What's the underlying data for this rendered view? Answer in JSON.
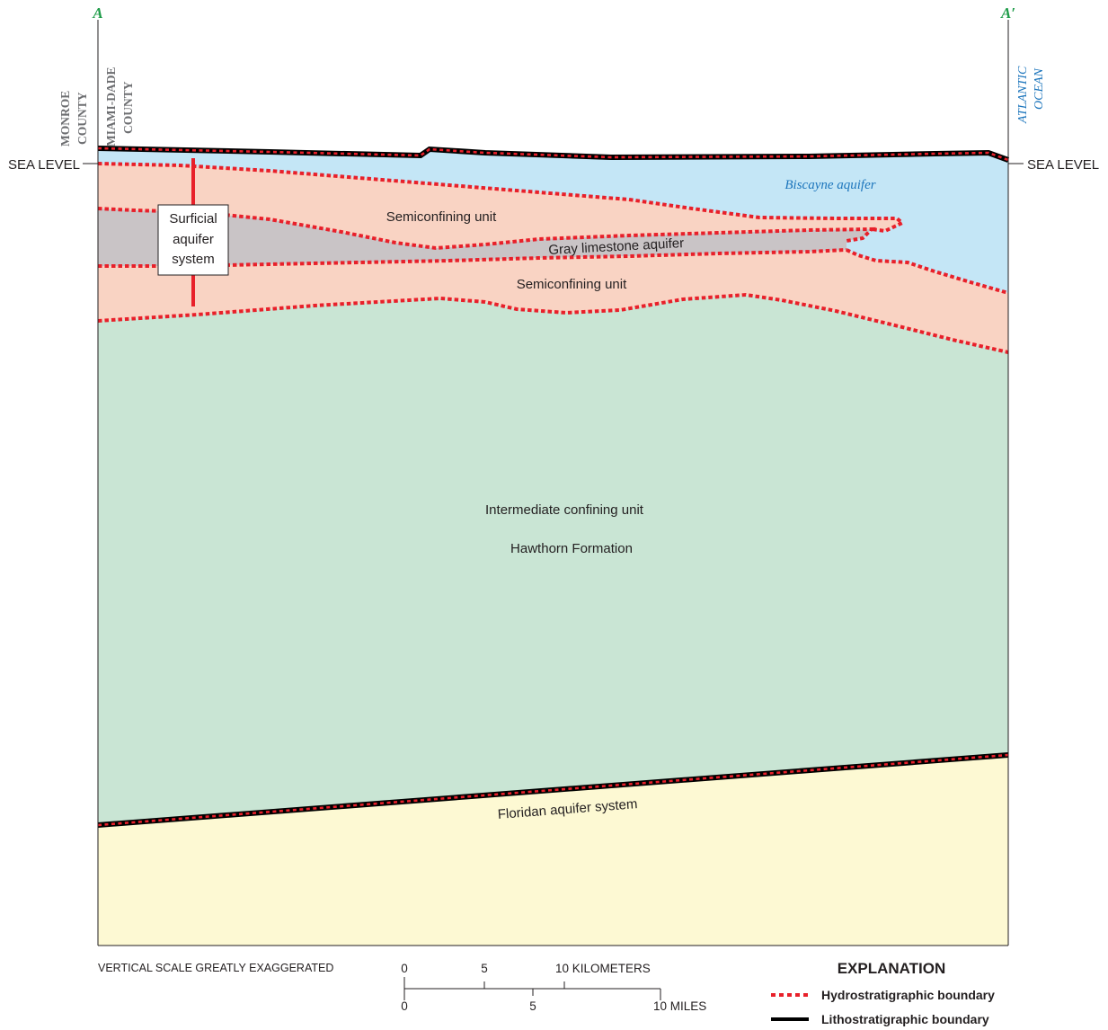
{
  "section": {
    "end_left": "A",
    "end_right": "A′",
    "counties": {
      "left": [
        "MONROE",
        "COUNTY"
      ],
      "right": [
        "MIAMI-DADE",
        "COUNTY"
      ]
    },
    "ocean": [
      "ATLANTIC",
      "OCEAN"
    ],
    "datum_left": "SEA LEVEL",
    "datum_right": "SEA LEVEL"
  },
  "units": {
    "biscayne": "Biscayne aquifer",
    "semi_upper": "Semiconfining unit",
    "gray": "Gray limestone aquifer",
    "semi_lower": "Semiconfining unit",
    "icu": "Intermediate confining unit",
    "hawthorn": "Hawthorn Formation",
    "floridan": "Floridan aquifer system",
    "surficial": [
      "Surficial",
      "aquifer",
      "system"
    ]
  },
  "notes": {
    "vertical_scale": "VERTICAL SCALE GREATLY EXAGGERATED"
  },
  "scale_bar": {
    "km_ticks": [
      "0",
      "5",
      "10 KILOMETERS"
    ],
    "mi_ticks": [
      "0",
      "5",
      "10 MILES"
    ]
  },
  "legend": {
    "title": "EXPLANATION",
    "items": [
      {
        "label": "Hydrostratigraphic boundary",
        "style": "dotted",
        "color": "#e8202a"
      },
      {
        "label": "Lithostratigraphic boundary",
        "style": "solid",
        "color": "#000000"
      }
    ]
  },
  "colors": {
    "biscayne": "#c4e6f6",
    "semiconfining": "#f9d3c3",
    "gray_limestone": "#c9c4c6",
    "intermediate": "#c9e5d4",
    "floridan": "#fdf9d3",
    "hydro_boundary": "#e8202a",
    "litho_boundary": "#000000",
    "end_letter": "#1f9c49",
    "ocean_text": "#1c75bc",
    "county_text": "#6d6e71"
  }
}
